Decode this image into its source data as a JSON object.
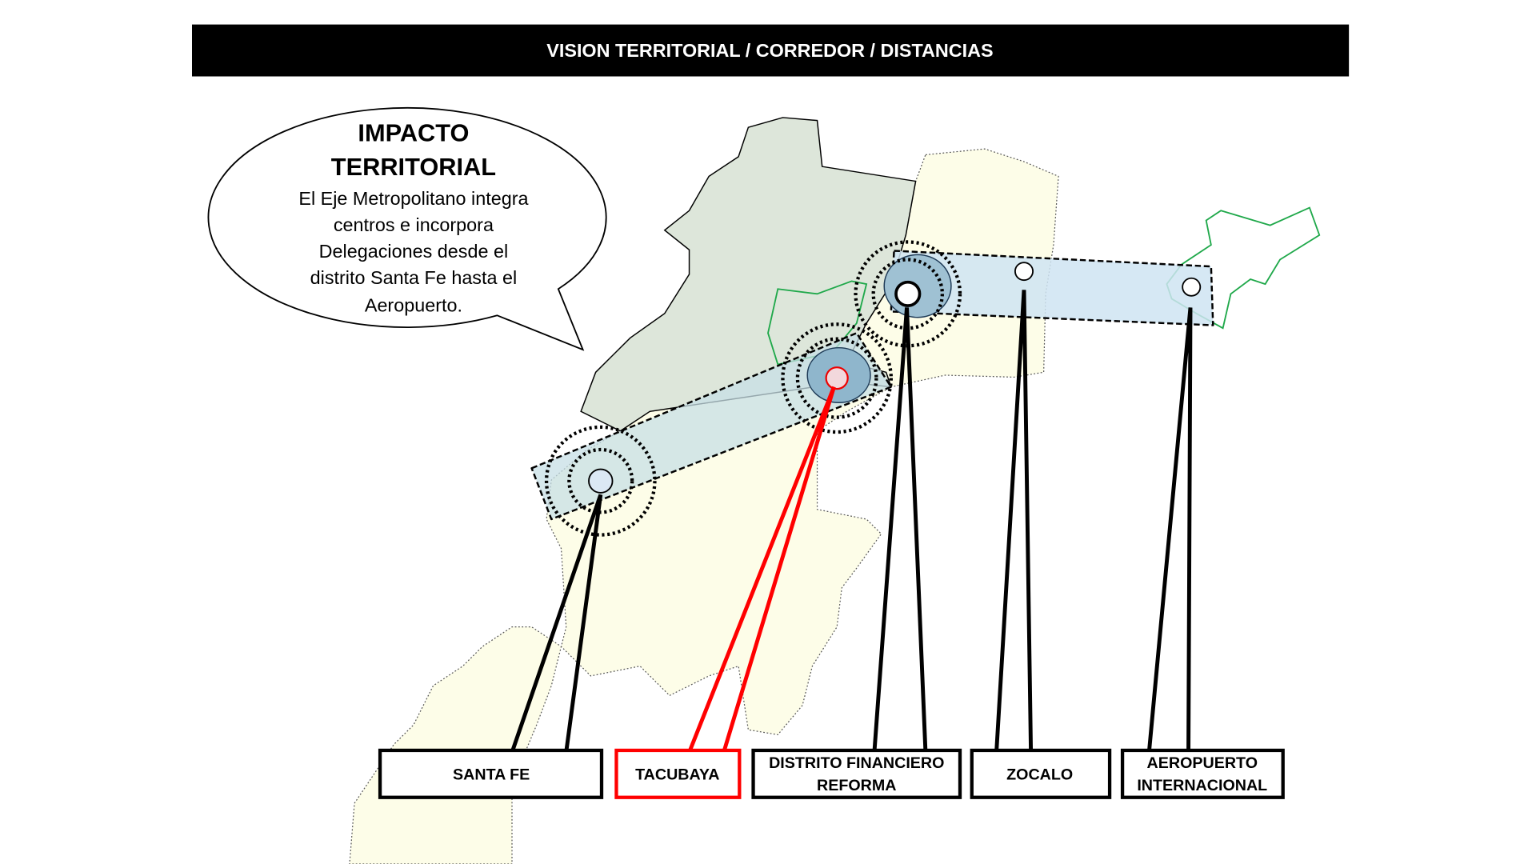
{
  "header": {
    "title": "VISION TERRITORIAL / CORREDOR / DISTANCIAS"
  },
  "bubble": {
    "title_line1": "IMPACTO",
    "title_line2": "TERRITORIAL",
    "body": [
      "El Eje Metropolitano integra",
      "centros e incorpora",
      "Delegaciones desde el",
      "distrito Santa Fe hasta el",
      "Aeropuerto."
    ]
  },
  "labels": {
    "santa_fe": "SANTA FE",
    "tacubaya": "TACUBAYA",
    "dfr_line1": "DISTRITO FINANCIERO",
    "dfr_line2": "REFORMA",
    "zocalo": "ZOCALO",
    "airport_line1": "AEROPUERTO",
    "airport_line2": "INTERNACIONAL"
  },
  "colors": {
    "highlight": "#ff0000",
    "header_bg": "#000000"
  }
}
